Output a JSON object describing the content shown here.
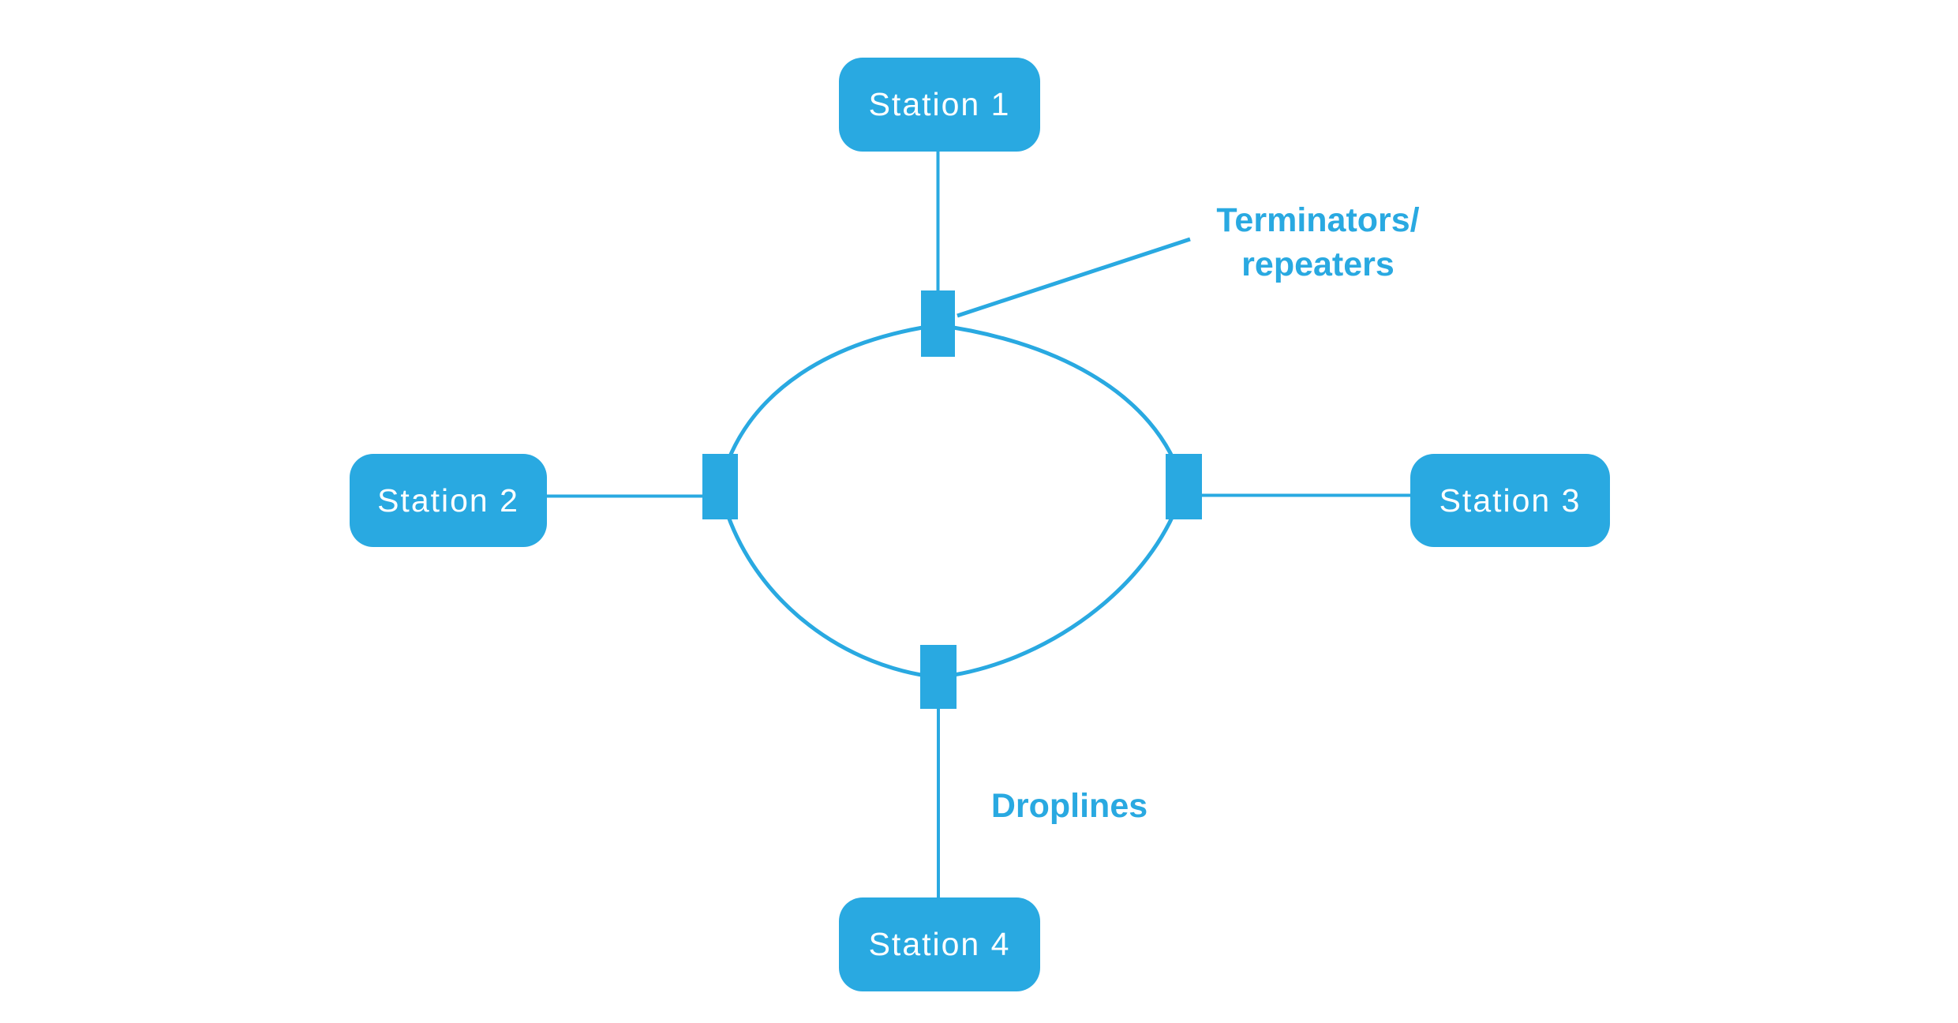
{
  "title": "Ring network topology diagram",
  "colors": {
    "accent": "#29A9E1",
    "station_text": "#FFFFFF",
    "background": "#FFFFFF"
  },
  "stations": [
    {
      "label": "Station 1"
    },
    {
      "label": "Station 2"
    },
    {
      "label": "Station 3"
    },
    {
      "label": "Station 4"
    }
  ],
  "annotations": {
    "terminators": "Terminators/\nrepeaters",
    "droplines": "Droplines"
  }
}
